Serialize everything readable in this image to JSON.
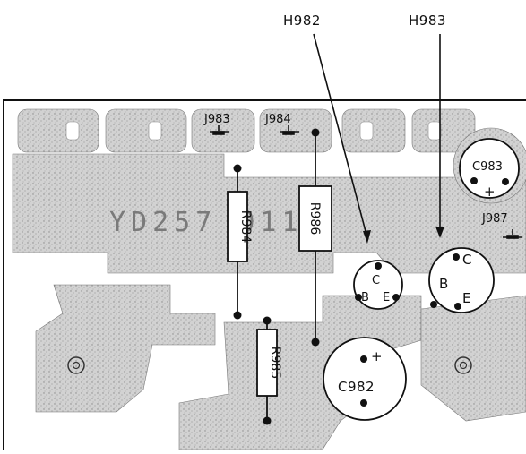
{
  "callouts": {
    "h982": "H982",
    "h983": "H983"
  },
  "jumpers": {
    "j983": "J983",
    "j984": "J984",
    "j987": "J987"
  },
  "resistors": {
    "r984": "R984",
    "r985": "R985",
    "r986": "R986"
  },
  "capacitors": {
    "c982": "C982",
    "c983": "C983",
    "polarity_mark": "+"
  },
  "transistor_pins": {
    "collector": "C",
    "base": "B",
    "emitter": "E"
  },
  "board_text": "YD257 0112",
  "colors": {
    "board_fill": "#cfcfcf",
    "outline": "#111111",
    "background": "#ffffff"
  }
}
